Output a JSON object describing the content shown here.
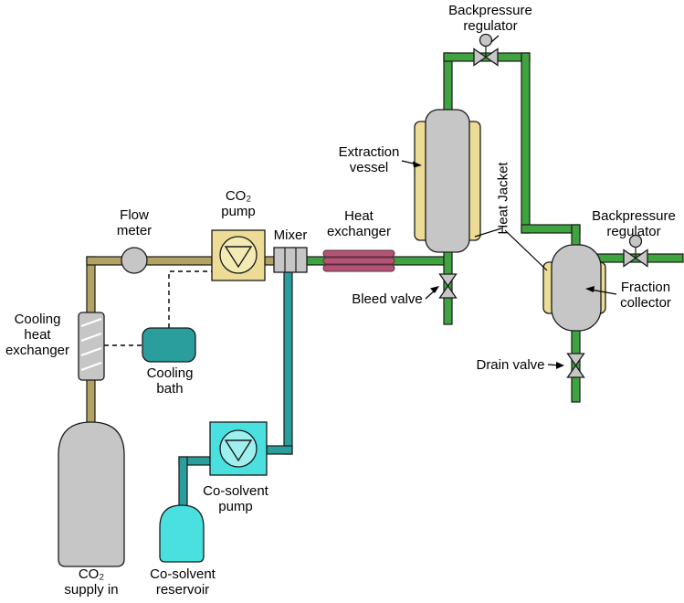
{
  "diagram": {
    "type": "process-flow-diagram",
    "labels": {
      "backpressure_regulator_top": "Backpressure\nregulator",
      "extraction_vessel": "Extraction\nvessel",
      "heat_jacket": "Heat Jacket",
      "backpressure_regulator_right": "Backpressure\nregulator",
      "fraction_collector": "Fraction\ncollector",
      "bleed_valve": "Bleed valve",
      "drain_valve": "Drain valve",
      "flow_meter": "Flow\nmeter",
      "co2_pump": "CO₂\npump",
      "mixer": "Mixer",
      "heat_exchanger": "Heat\nexchanger",
      "cooling_heat_exchanger": "Cooling\nheat\nexchanger",
      "cooling_bath": "Cooling\nbath",
      "co_solvent_pump": "Co-solvent\npump",
      "co_solvent_reservoir": "Co-solvent\nreservoir",
      "co2_supply_in": "CO₂\nsupply in"
    },
    "colors": {
      "pipe_co2": "#b3a262",
      "pipe_main": "#3fa33f",
      "pipe_cosolvent": "#2a9d9d",
      "equipment_gray": "#c6c6c6",
      "jacket_tan": "#ecdc96",
      "pump_face": "#f4ebb4",
      "heat_exchanger_red": "#b25575",
      "cosolvent_cyan": "#4ae0e0",
      "cosolvent_face": "#9df0ee",
      "cooling_bath_teal": "#2a9d9d",
      "outline": "#1a1a1a"
    }
  }
}
